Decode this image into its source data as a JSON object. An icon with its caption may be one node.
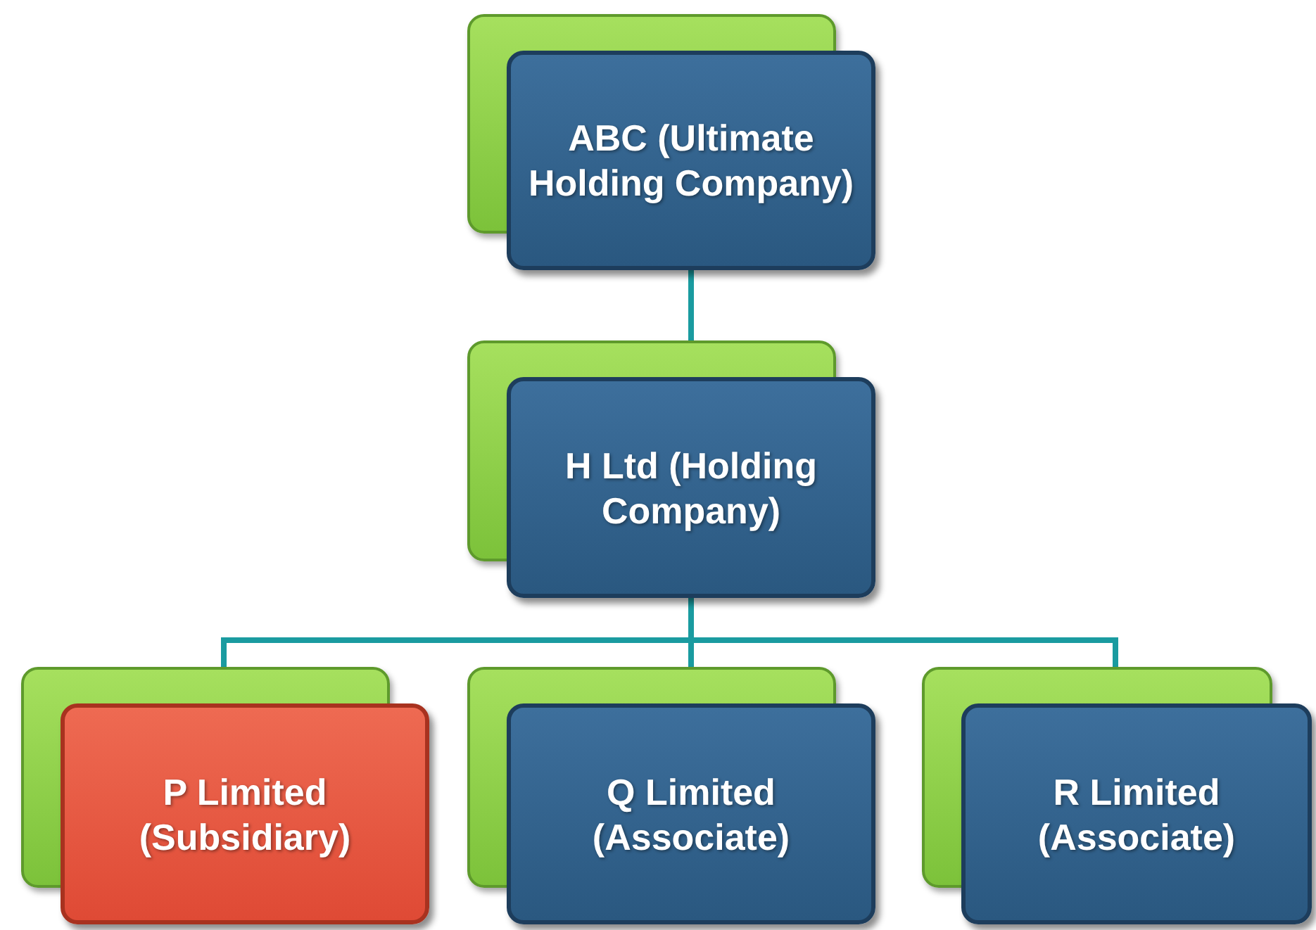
{
  "diagram": {
    "nodes": [
      {
        "text": [
          "ABC (Ultimate Holding Company)"
        ]
      },
      {
        "text": [
          "H Ltd (Holding Company)"
        ]
      },
      {
        "text": [
          "P Limited (Subsidiary)"
        ]
      },
      {
        "text": [
          "Q Limited (Associate)"
        ]
      },
      {
        "text": [
          "R Limited (Associate)"
        ]
      }
    ],
    "edges": [
      {
        "from": 0,
        "to": 1,
        "arrow": "none"
      },
      {
        "from": 1,
        "to": 2,
        "arrow": "none"
      },
      {
        "from": 1,
        "to": 3,
        "arrow": "none"
      },
      {
        "from": 1,
        "to": 4,
        "arrow": "none"
      }
    ]
  }
}
